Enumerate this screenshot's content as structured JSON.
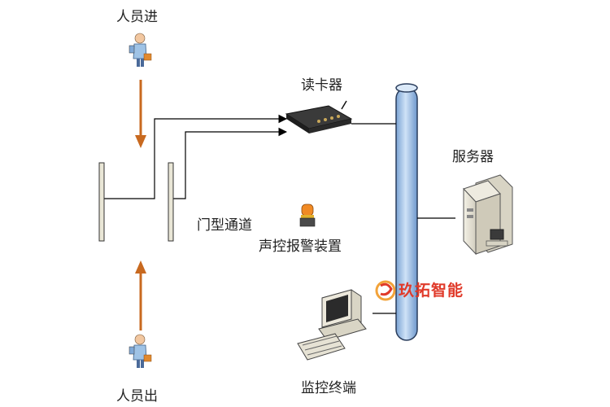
{
  "labels": {
    "person_in": "人员进",
    "person_out": "人员出",
    "card_reader": "读卡器",
    "server": "服务器",
    "gate_channel": "门型通道",
    "alarm": "声控报警装置",
    "monitor": "监控终端"
  },
  "brand": {
    "name": "玖拓智能",
    "color": "#e03a2a"
  },
  "colors": {
    "arrow": "#c8691f",
    "bus": "#a9c8ea",
    "lines": "#000000"
  }
}
